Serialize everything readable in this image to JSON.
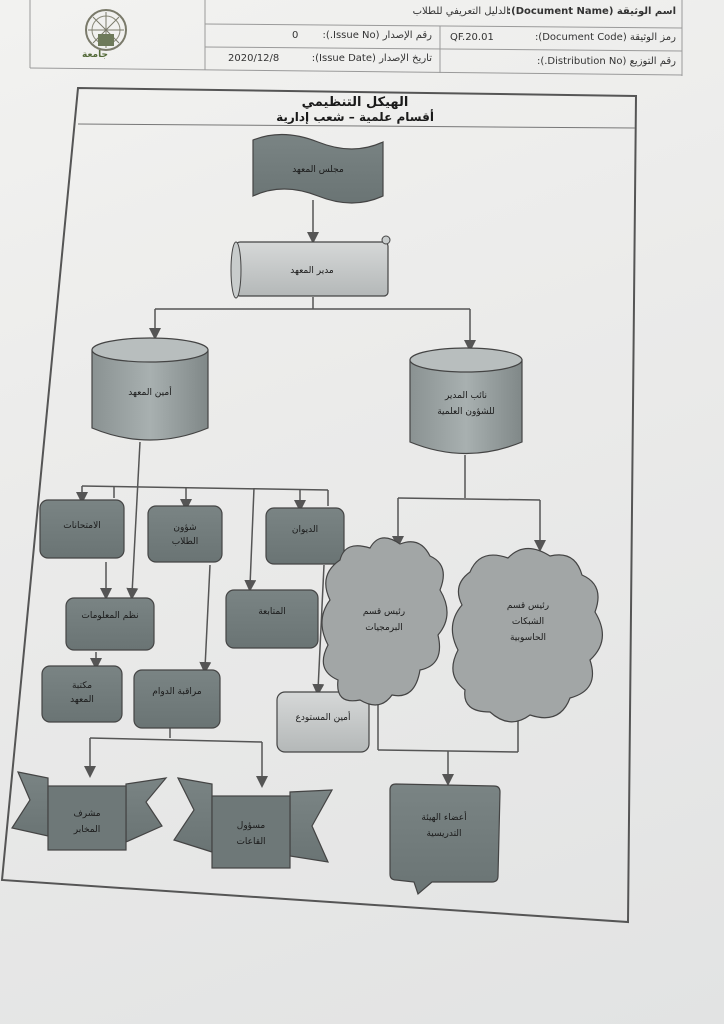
{
  "header": {
    "document_name_label": "اسم الوثيقة (Document Name):",
    "document_name_value": "الدليل التعريفي للطلاب",
    "issue_no_label": "رقم الإصدار (Issue No.):",
    "issue_no_value": "0",
    "document_code_label": "رمز الوثيقة (Document Code):",
    "document_code_value": "QF.20.01",
    "issue_date_label": "تاريخ الإصدار (Issue Date):",
    "issue_date_value": "2020/12/8",
    "distribution_no_label": "رقم التوزيع (Distribution No.):",
    "logo_text": "جامعة"
  },
  "chart": {
    "title": "الهيكل التنظيمي",
    "subtitle": "أقسام علمية – شعب إدارية"
  },
  "nodes": {
    "council": "مجلس المعهد",
    "director": "مدير المعهد",
    "institute_secretary": "أمين المعهد",
    "deputy_scientific_line1": "نائب المدير",
    "deputy_scientific_line2": "للشؤون العلمية",
    "exams": "الامتحانات",
    "student_affairs_line1": "شؤون",
    "student_affairs_line2": "الطلاب",
    "diwan": "الديوان",
    "info_systems": "نظم المعلومات",
    "followup": "المتابعة",
    "library_line1": "مكتبة",
    "library_line2": "المعهد",
    "attendance": "مراقبة الدوام",
    "warehouse": "أمين المستودع",
    "software_head_line1": "رئيس قسم",
    "software_head_line2": "البرمجيات",
    "networks_head_line1": "رئيس قسم",
    "networks_head_line2": "الشبكات",
    "networks_head_line3": "الحاسوبية",
    "teaching_staff_line1": "أعضاء الهيئة",
    "teaching_staff_line2": "التدريسية",
    "labs_supervisor_line1": "مشرف",
    "labs_supervisor_line2": "المخابر",
    "halls_officer_line1": "مسؤول",
    "halls_officer_line2": "القاعات"
  }
}
